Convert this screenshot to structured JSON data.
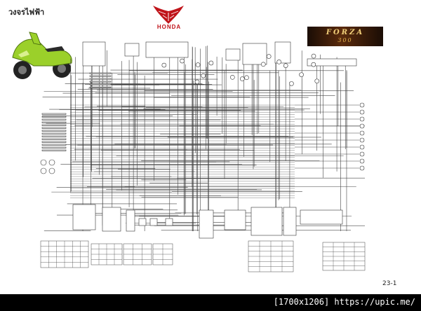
{
  "page": {
    "title": "วงจรไฟฟ้า",
    "page_number": "23-1"
  },
  "brand": {
    "name": "HONDA",
    "logo_color": "#c0141a"
  },
  "badge": {
    "name": "FORZA",
    "sub": "300"
  },
  "footer": {
    "text": "[1700x1206] https://upic.me/"
  },
  "colors": {
    "scooter_body": "#9bd02a",
    "wire": "#444444",
    "background": "#ffffff"
  }
}
